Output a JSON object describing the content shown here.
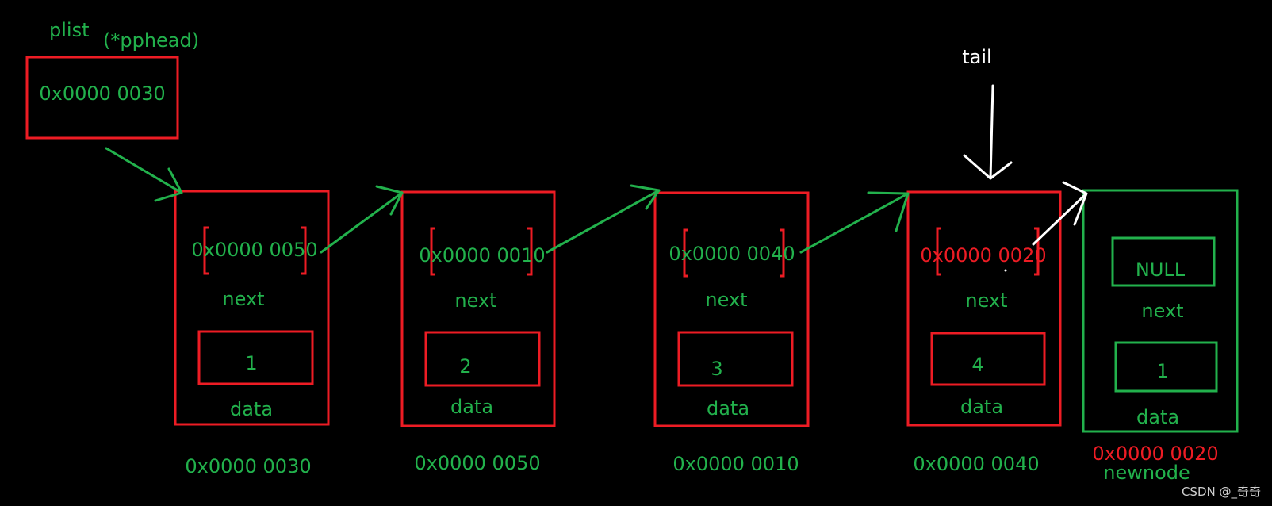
{
  "colors": {
    "green": "#22b14c",
    "red": "#ed1c24",
    "white": "#ffffff",
    "background": "#000000"
  },
  "head": {
    "label": "plist",
    "alias": "(*pphead)",
    "value": "0x0000 0030"
  },
  "tail_label": "tail",
  "nodes": [
    {
      "next_value": "0x0000 0050",
      "next_label": "next",
      "data_value": "1",
      "data_label": "data",
      "address": "0x0000 0030"
    },
    {
      "next_value": "0x0000 0010",
      "next_label": "next",
      "data_value": "2",
      "data_label": "data",
      "address": "0x0000 0050"
    },
    {
      "next_value": "0x0000 0040",
      "next_label": "next",
      "data_value": "3",
      "data_label": "data",
      "address": "0x0000 0010"
    },
    {
      "next_value": "0x0000 0020",
      "next_label": "next",
      "data_value": "4",
      "data_label": "data",
      "address": "0x0000 0040"
    }
  ],
  "new_node": {
    "next_value": "NULL",
    "next_label": "next",
    "data_value": "1",
    "data_label": "data",
    "address": "0x0000 0020",
    "name": "newnode"
  },
  "watermark": "CSDN @_奇奇"
}
